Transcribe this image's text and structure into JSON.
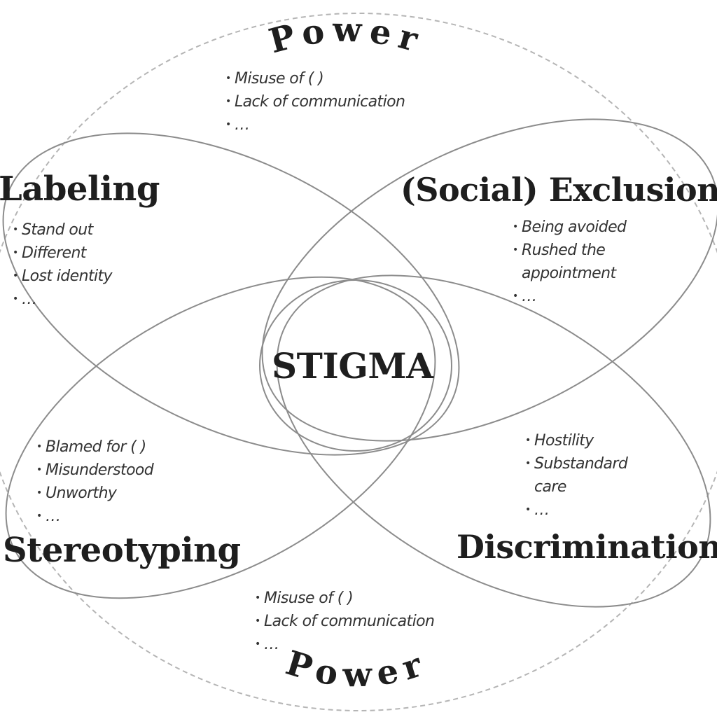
{
  "center": {
    "label": "STIGMA"
  },
  "power_top": {
    "label": "Power"
  },
  "power_bottom": {
    "label": "Power"
  },
  "top_items": [
    "Misuse of ( )",
    "Lack of communication",
    "…"
  ],
  "bottom_items": [
    "Misuse of ( )",
    "Lack of communication",
    "…"
  ],
  "labeling": {
    "title": "Labeling",
    "items": [
      "Stand out",
      "Different",
      "Lost identity",
      "…"
    ]
  },
  "exclusion": {
    "title": "(Social) Exclusion",
    "items": [
      "Being avoided",
      "Rushed the",
      "appointment",
      "…"
    ]
  },
  "stereotyping": {
    "title": "Stereotyping",
    "items": [
      "Blamed for ( )",
      "Misunderstood",
      "Unworthy",
      "…"
    ]
  },
  "discrimination": {
    "title": "Discrimination",
    "items": [
      "Hostility",
      "Substandard",
      "care",
      "…"
    ]
  }
}
